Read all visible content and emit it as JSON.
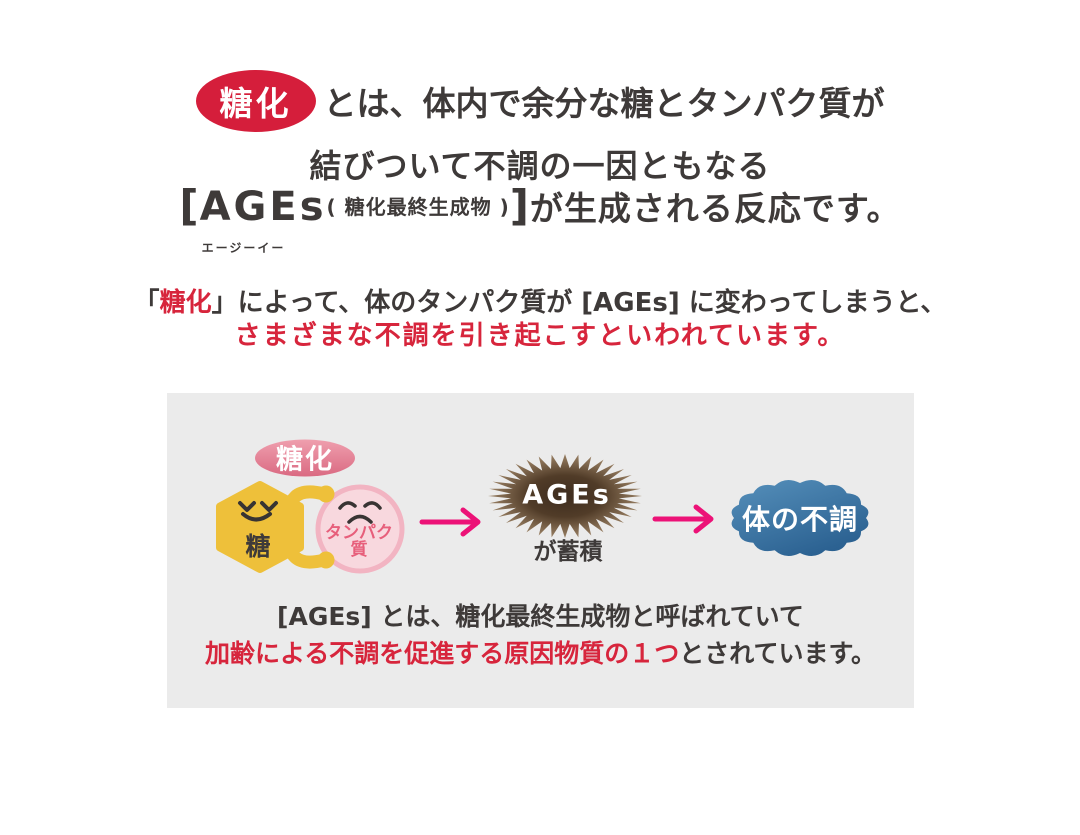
{
  "colors": {
    "text_dark": "#3e3a39",
    "accent_red": "#d7253c",
    "badge_red": "#d51e3b",
    "panel_gray": "#ebebeb",
    "sugar_yellow": "#eec03a",
    "protein_pink_fill": "#f8d8de",
    "protein_pink_border": "#f2b4c2",
    "protein_text_pink": "#e75f7b",
    "glycation_pink_top": "#ef9fae",
    "glycation_pink_bottom": "#da6a82",
    "arrow_pink": "#ec1277",
    "face_dark": "#383433",
    "ages_brown_center": "#3d2c1e",
    "ages_brown_mid": "#513c28",
    "ages_brown_edge": "#a98f71",
    "trouble_blue_light": "#5690bb",
    "trouble_blue_dark": "#2b6191"
  },
  "heading": {
    "badge": "糖化",
    "line1": "とは、体内で余分な糖とタンパク質が",
    "line2": "結びついて不調の一因ともなる",
    "line3_bracket_open": "[",
    "line3_ages": "AGEs",
    "line3_ruby": "エージーイー",
    "line3_paren": "( 糖化最終生成物 )",
    "line3_bracket_close": "]",
    "line3_rest": "が生成される反応です。"
  },
  "subheading": {
    "line1_bracket": "「",
    "line1_red": "糖化",
    "line1_rest": "」によって、体のタンパク質が [AGEs] に変わってしまうと、",
    "line2_red": "さまざまな不調を引き起こすといわれています。"
  },
  "diagram": {
    "glycation_label": "糖化",
    "sugar_label": "糖",
    "protein_label_line1": "タンパク",
    "protein_label_line2": "質",
    "ages_label": "AGEs",
    "accumulate_label": "が蓄積",
    "trouble_label": "体の不調",
    "caption_line1": "[AGEs] とは、糖化最終生成物と呼ばれていて",
    "caption_line2_red": "加齢による不調を促進する原因物質の１つ",
    "caption_line2_rest": "とされています。"
  }
}
